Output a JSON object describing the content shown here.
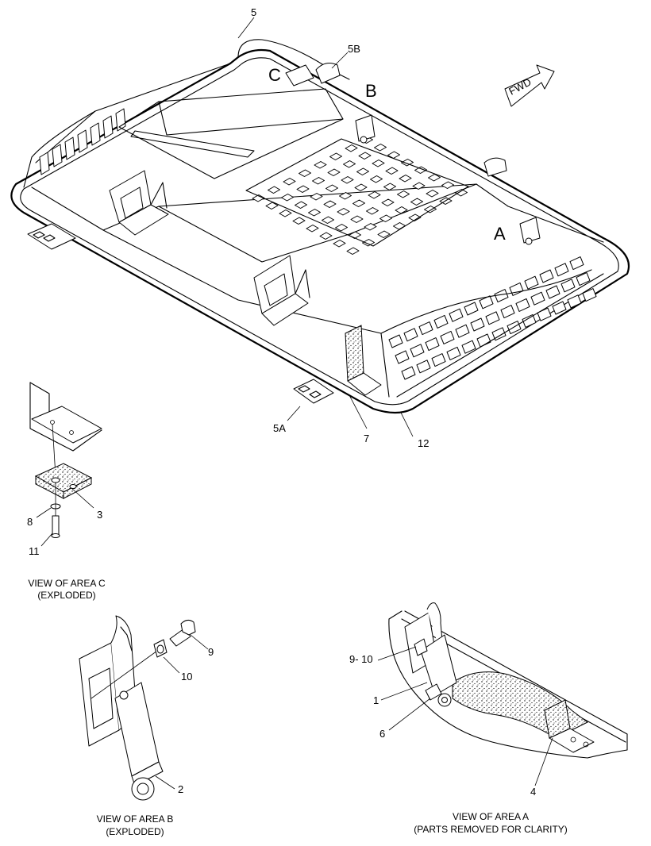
{
  "callouts": {
    "p5": "5",
    "p5b": "5B",
    "areaC": "C",
    "areaB": "B",
    "areaA": "A",
    "fwd": "FWD",
    "p5a": "5A",
    "p7": "7",
    "p12": "12",
    "p3": "3",
    "p8": "8",
    "p11": "11",
    "p9": "9",
    "p10": "10",
    "p2": "2",
    "p9_10": "9- 10",
    "p1": "1",
    "p6": "6",
    "p4": "4"
  },
  "captions": {
    "viewC_line1": "VIEW OF AREA C",
    "viewC_line2": "(EXPLODED)",
    "viewB_line1": "VIEW OF AREA B",
    "viewB_line2": "(EXPLODED)",
    "viewA_line1": "VIEW OF AREA A",
    "viewA_line2": "(PARTS REMOVED FOR CLARITY)"
  }
}
